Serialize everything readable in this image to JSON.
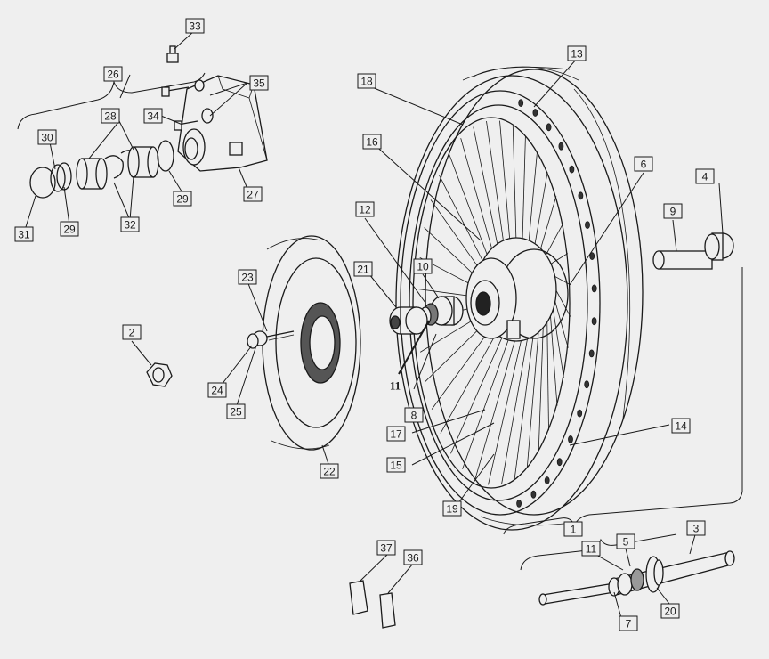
{
  "labels": {
    "l1": "1",
    "l2": "2",
    "l3": "3",
    "l4": "4",
    "l5": "5",
    "l6": "6",
    "l7": "7",
    "l8": "8",
    "l9": "9",
    "l10": "10",
    "l11a": "11",
    "l11b": "11",
    "l12": "12",
    "l13": "13",
    "l14": "14",
    "l15": "15",
    "l16": "16",
    "l17": "17",
    "l18": "18",
    "l19": "19",
    "l20": "20",
    "l21": "21",
    "l22": "22",
    "l23": "23",
    "l24": "24",
    "l25": "25",
    "l26": "26",
    "l27": "27",
    "l28": "28",
    "l29a": "29",
    "l29b": "29",
    "l30": "30",
    "l31": "31",
    "l32": "32",
    "l33": "33",
    "l34": "34",
    "l35": "35",
    "l36": "36",
    "l37": "37"
  }
}
